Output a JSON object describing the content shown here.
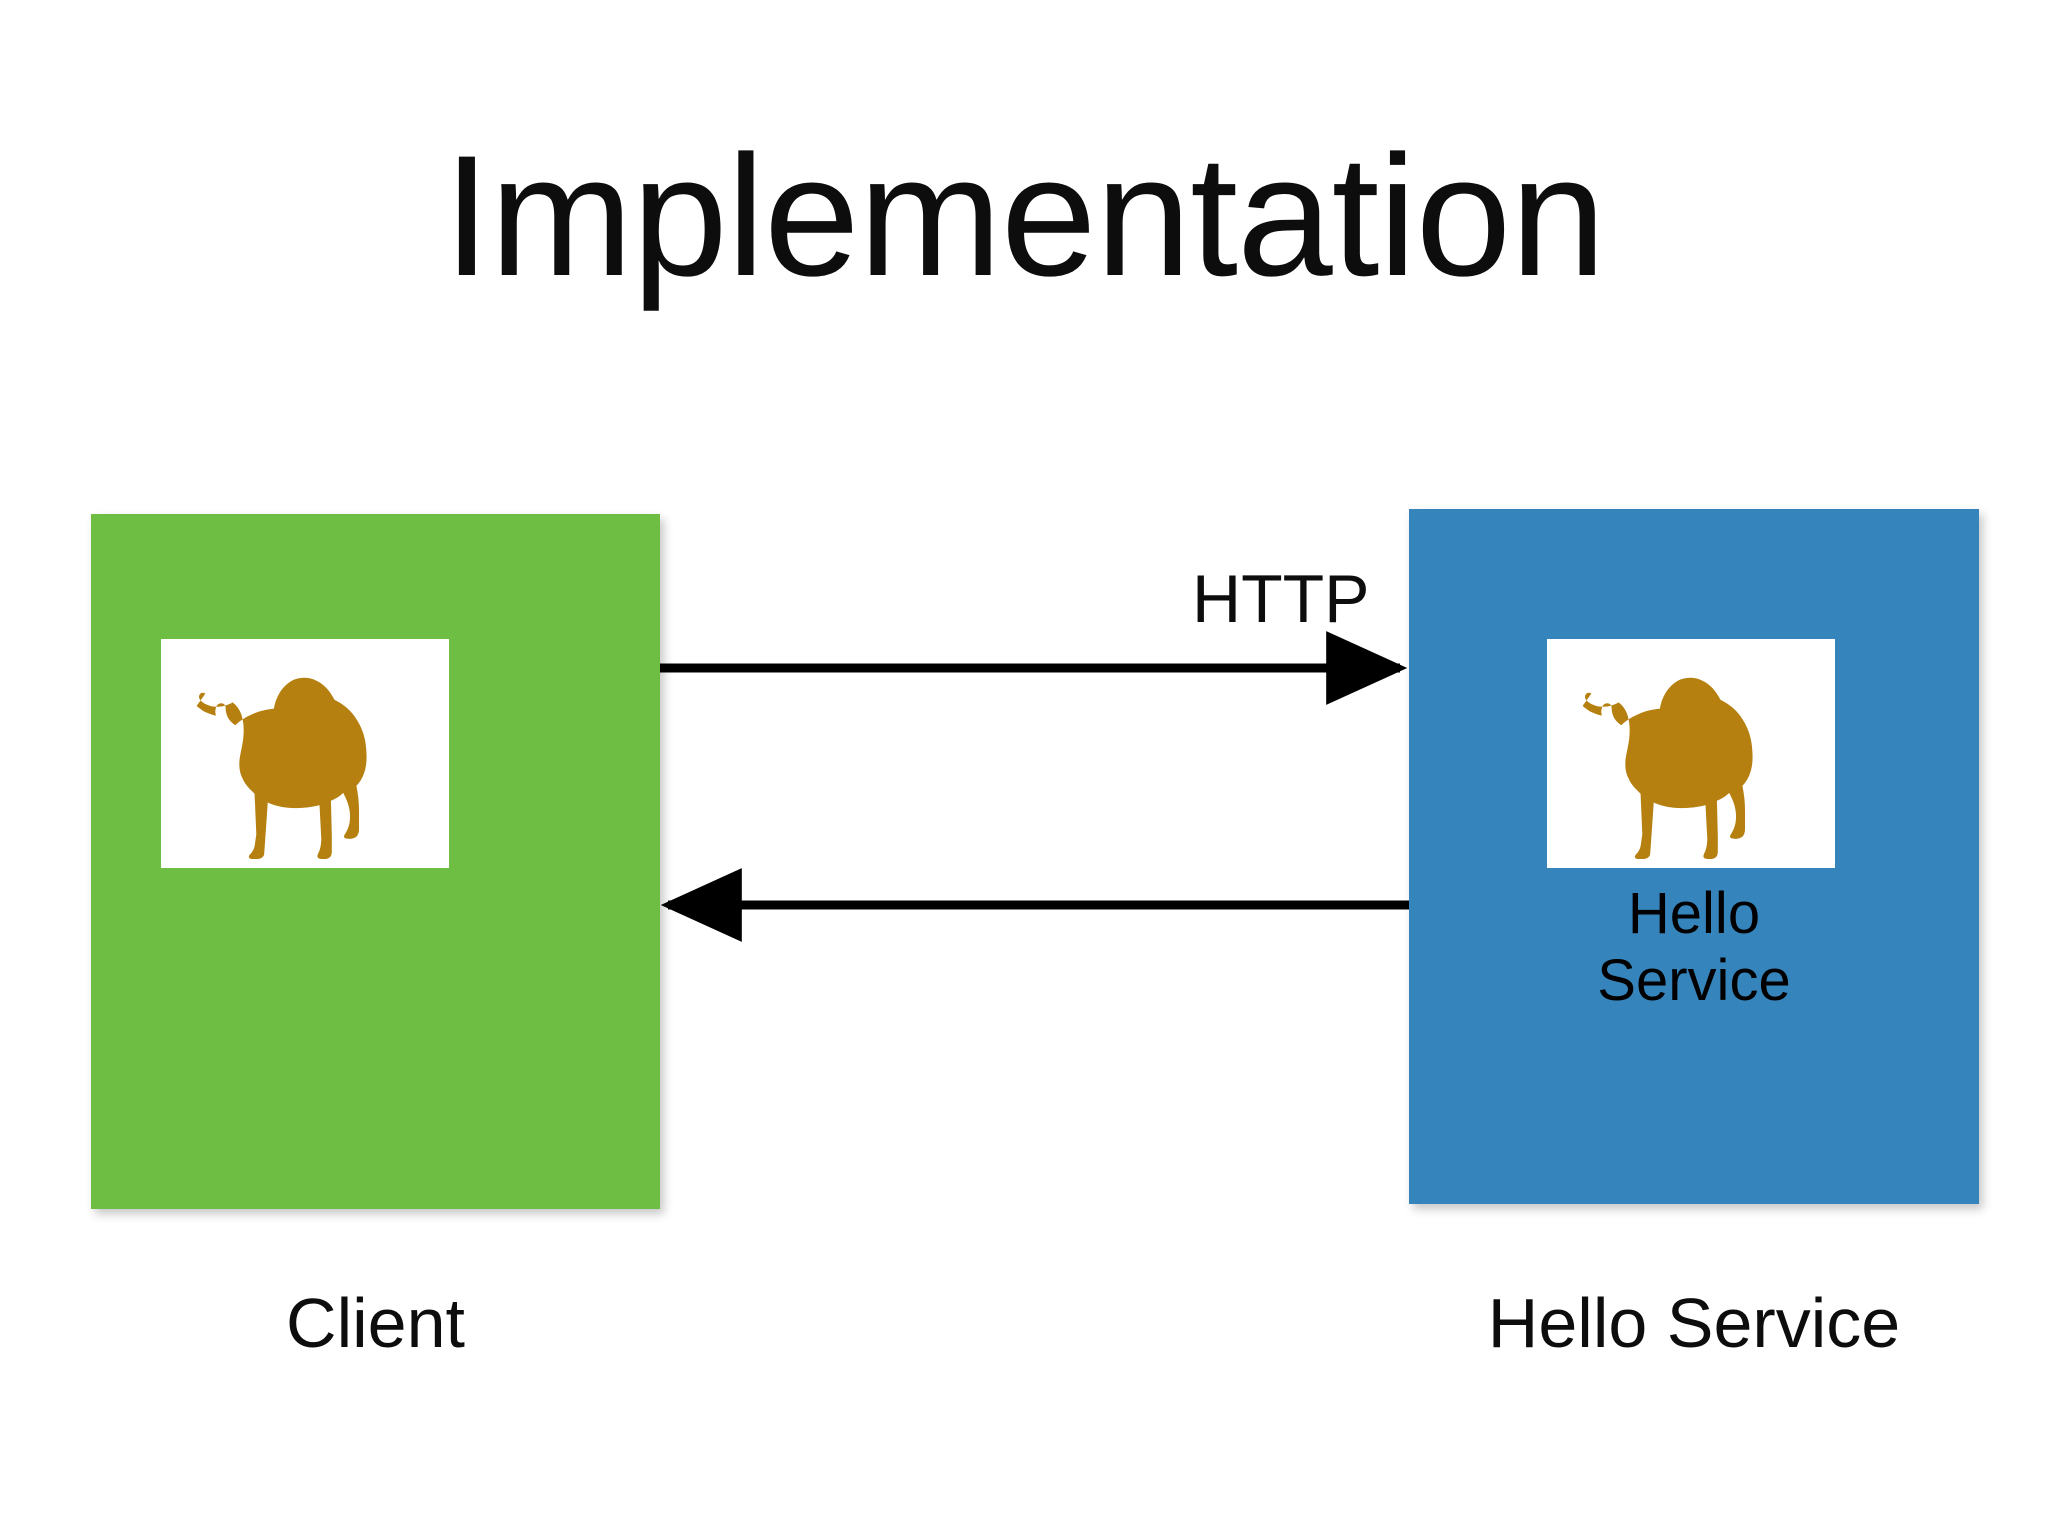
{
  "slide": {
    "title": "Implementation",
    "background_color": "#ffffff"
  },
  "diagram": {
    "type": "sequence-architecture",
    "nodes": [
      {
        "id": "client",
        "caption": "Client",
        "box_label": "",
        "color": "#6EBE44",
        "logo": "perl-camel-icon",
        "logo_color": "#B5800F"
      },
      {
        "id": "hello-service",
        "caption": "Hello Service",
        "box_label_line1": "Hello",
        "box_label_line2": "Service",
        "color": "#3585BC",
        "logo": "perl-camel-icon",
        "logo_color": "#B5800F"
      }
    ],
    "edges": [
      {
        "id": "request",
        "from": "client",
        "to": "hello-service",
        "label": "HTTP",
        "direction": "right",
        "color": "#000000"
      },
      {
        "id": "response",
        "from": "hello-service",
        "to": "client",
        "label": "",
        "direction": "left",
        "color": "#000000"
      }
    ]
  }
}
